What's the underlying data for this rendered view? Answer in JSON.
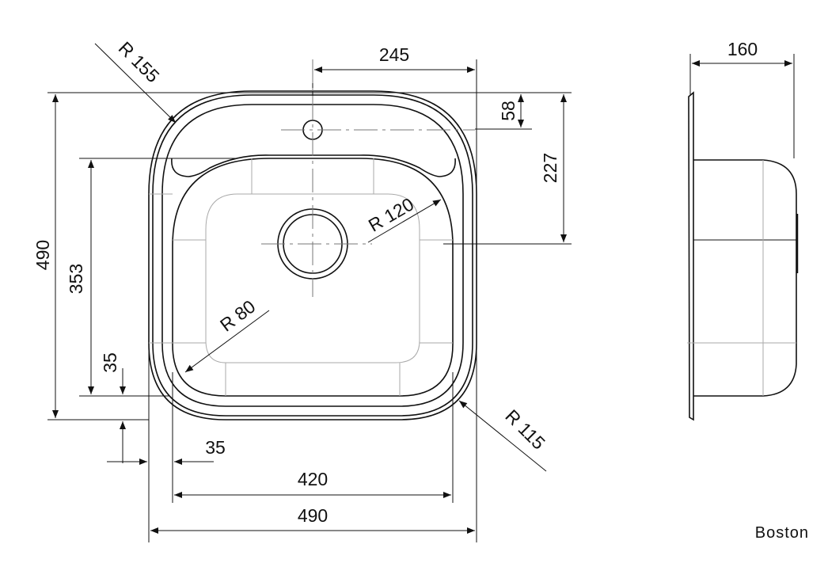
{
  "title": "Boston",
  "dimensions": {
    "top_width_offset": "245",
    "side_depth": "160",
    "tap_hole_offset": "58",
    "drain_offset": "227",
    "overall_height": "490",
    "bowl_height": "353",
    "left_margin_v": "35",
    "left_margin_h": "35",
    "bowl_width": "420",
    "overall_width": "490"
  },
  "radii": {
    "outer_top": "R 155",
    "bowl_top": "R 120",
    "bowl_bottom": "R 80",
    "outer_bottom": "R 115"
  }
}
